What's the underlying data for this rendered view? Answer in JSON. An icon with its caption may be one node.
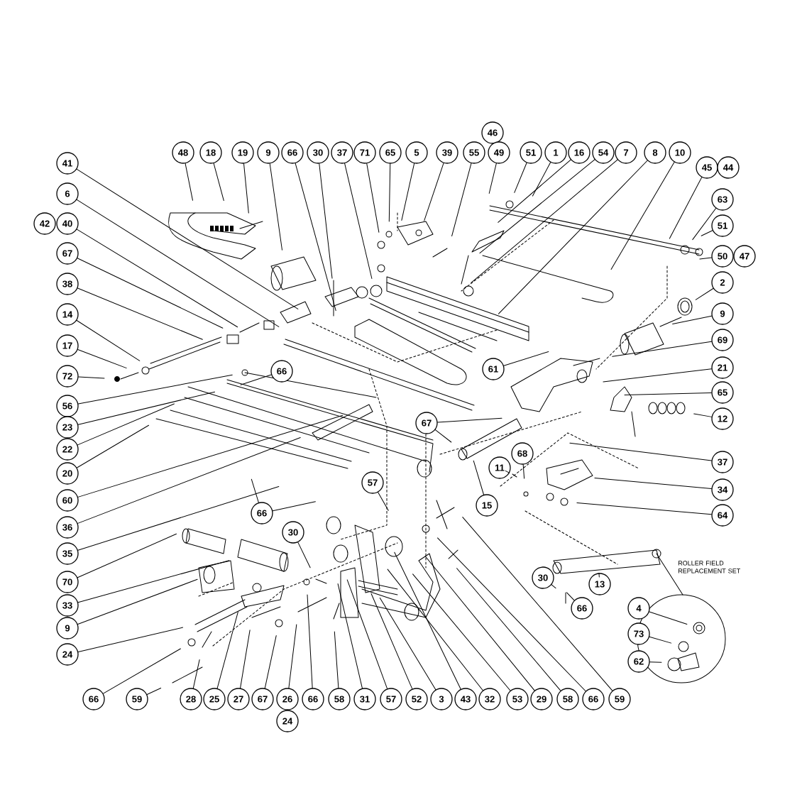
{
  "diagram": {
    "nodes": [
      {
        "text": [
          "46"
        ]
      },
      {
        "text": [
          "48"
        ]
      },
      {
        "text": [
          "18"
        ]
      },
      {
        "text": [
          "19"
        ]
      },
      {
        "text": [
          "9"
        ]
      },
      {
        "text": [
          "66"
        ]
      },
      {
        "text": [
          "30"
        ]
      },
      {
        "text": [
          "37"
        ]
      },
      {
        "text": [
          "71"
        ]
      },
      {
        "text": [
          "65"
        ]
      },
      {
        "text": [
          "5"
        ]
      },
      {
        "text": [
          "39"
        ]
      },
      {
        "text": [
          "55"
        ]
      },
      {
        "text": [
          "49"
        ]
      },
      {
        "text": [
          "51"
        ]
      },
      {
        "text": [
          "1"
        ]
      },
      {
        "text": [
          "16"
        ]
      },
      {
        "text": [
          "54"
        ]
      },
      {
        "text": [
          "7"
        ]
      },
      {
        "text": [
          "8"
        ]
      },
      {
        "text": [
          "10"
        ]
      },
      {
        "text": [
          "45"
        ]
      },
      {
        "text": [
          "44"
        ]
      },
      {
        "text": [
          "41"
        ]
      },
      {
        "text": [
          "6"
        ]
      },
      {
        "text": [
          "42"
        ]
      },
      {
        "text": [
          "40"
        ]
      },
      {
        "text": [
          "63"
        ]
      },
      {
        "text": [
          "51"
        ]
      },
      {
        "text": [
          "50"
        ]
      },
      {
        "text": [
          "47"
        ]
      },
      {
        "text": [
          "67"
        ]
      },
      {
        "text": [
          "2"
        ]
      },
      {
        "text": [
          "38"
        ]
      },
      {
        "text": [
          "14"
        ]
      },
      {
        "text": [
          "9"
        ]
      },
      {
        "text": [
          "17"
        ]
      },
      {
        "text": [
          "69"
        ]
      },
      {
        "text": [
          "61"
        ]
      },
      {
        "text": [
          "66"
        ]
      },
      {
        "text": [
          "21"
        ]
      },
      {
        "text": [
          "72"
        ]
      },
      {
        "text": [
          "65"
        ]
      },
      {
        "text": [
          "56"
        ]
      },
      {
        "text": [
          "12"
        ]
      },
      {
        "text": [
          "67"
        ]
      },
      {
        "text": [
          "23"
        ]
      },
      {
        "text": [
          "22"
        ]
      },
      {
        "text": [
          "68"
        ]
      },
      {
        "text": [
          "37"
        ]
      },
      {
        "text": [
          "11"
        ]
      },
      {
        "text": [
          "20"
        ]
      },
      {
        "text": [
          "57"
        ]
      },
      {
        "text": [
          "34"
        ]
      },
      {
        "text": [
          "60"
        ]
      },
      {
        "text": [
          "15"
        ]
      },
      {
        "text": [
          "66"
        ]
      },
      {
        "text": [
          "64"
        ]
      },
      {
        "text": [
          "36"
        ]
      },
      {
        "text": [
          "30"
        ]
      },
      {
        "text": [
          "35"
        ]
      },
      {
        "text": [
          "30"
        ]
      },
      {
        "text": [
          "70"
        ]
      },
      {
        "text": [
          "13"
        ]
      },
      {
        "text": [
          "33"
        ]
      },
      {
        "text": [
          "4"
        ]
      },
      {
        "text": [
          "66"
        ]
      },
      {
        "text": [
          "9"
        ]
      },
      {
        "text": [
          "73"
        ]
      },
      {
        "text": [
          "24"
        ]
      },
      {
        "text": [
          "62"
        ]
      },
      {
        "text": [
          "66"
        ]
      },
      {
        "text": [
          "59"
        ]
      },
      {
        "text": [
          "28"
        ]
      },
      {
        "text": [
          "25"
        ]
      },
      {
        "text": [
          "27"
        ]
      },
      {
        "text": [
          "67"
        ]
      },
      {
        "text": [
          "26"
        ]
      },
      {
        "text": [
          "66"
        ]
      },
      {
        "text": [
          "58"
        ]
      },
      {
        "text": [
          "31"
        ]
      },
      {
        "text": [
          "57"
        ]
      },
      {
        "text": [
          "52"
        ]
      },
      {
        "text": [
          "3"
        ]
      },
      {
        "text": [
          "43"
        ]
      },
      {
        "text": [
          "32"
        ]
      },
      {
        "text": [
          "53"
        ]
      },
      {
        "text": [
          "29"
        ]
      },
      {
        "text": [
          "58"
        ]
      },
      {
        "text": [
          "66"
        ]
      },
      {
        "text": [
          "59"
        ]
      },
      {
        "text": [
          "24"
        ]
      }
    ],
    "edges": [
      {
        "from": 1,
        "to": null,
        "arrow": "none"
      },
      {
        "from": 2,
        "to": null,
        "arrow": "none"
      },
      {
        "from": 3,
        "to": null,
        "arrow": "none"
      },
      {
        "from": 4,
        "to": null,
        "arrow": "none"
      },
      {
        "from": 5,
        "to": null,
        "arrow": "none"
      },
      {
        "from": 6,
        "to": null,
        "arrow": "none"
      },
      {
        "from": 7,
        "to": null,
        "arrow": "none"
      },
      {
        "from": 8,
        "to": null,
        "arrow": "none"
      },
      {
        "from": 9,
        "to": null,
        "arrow": "none"
      },
      {
        "from": 10,
        "to": null,
        "arrow": "none"
      },
      {
        "from": 11,
        "to": null,
        "arrow": "none"
      },
      {
        "from": 12,
        "to": null,
        "arrow": "none"
      },
      {
        "from": 13,
        "to": null,
        "arrow": "none"
      },
      {
        "from": 14,
        "to": null,
        "arrow": "none"
      },
      {
        "from": 15,
        "to": null,
        "arrow": "none"
      },
      {
        "from": 16,
        "to": null,
        "arrow": "none"
      },
      {
        "from": 17,
        "to": null,
        "arrow": "none"
      },
      {
        "from": 18,
        "to": null,
        "arrow": "none"
      },
      {
        "from": 19,
        "to": null,
        "arrow": "none"
      },
      {
        "from": 20,
        "to": null,
        "arrow": "none"
      },
      {
        "from": 21,
        "to": null,
        "arrow": "none"
      },
      {
        "from": 27,
        "to": null,
        "arrow": "none"
      },
      {
        "from": 28,
        "to": null,
        "arrow": "none"
      },
      {
        "from": 29,
        "to": null,
        "arrow": "none"
      },
      {
        "from": 32,
        "to": null,
        "arrow": "none"
      },
      {
        "from": 35,
        "to": null,
        "arrow": "none"
      },
      {
        "from": 37,
        "to": null,
        "arrow": "none"
      },
      {
        "from": 40,
        "to": null,
        "arrow": "none"
      },
      {
        "from": 42,
        "to": null,
        "arrow": "none"
      },
      {
        "from": 44,
        "to": null,
        "arrow": "none"
      },
      {
        "from": 49,
        "to": null,
        "arrow": "none"
      },
      {
        "from": 53,
        "to": null,
        "arrow": "none"
      },
      {
        "from": 57,
        "to": null,
        "arrow": "none"
      },
      {
        "from": 23,
        "to": null,
        "arrow": "none"
      },
      {
        "from": 24,
        "to": null,
        "arrow": "none"
      },
      {
        "from": 26,
        "to": null,
        "arrow": "none"
      },
      {
        "from": 31,
        "to": null,
        "arrow": "none"
      },
      {
        "from": 33,
        "to": null,
        "arrow": "none"
      },
      {
        "from": 34,
        "to": null,
        "arrow": "none"
      },
      {
        "from": 36,
        "to": null,
        "arrow": "none"
      },
      {
        "from": 41,
        "to": null,
        "arrow": "none"
      },
      {
        "from": 43,
        "to": null,
        "arrow": "none"
      },
      {
        "from": 46,
        "to": null,
        "arrow": "none"
      },
      {
        "from": 47,
        "to": null,
        "arrow": "none"
      },
      {
        "from": 51,
        "to": null,
        "arrow": "none"
      },
      {
        "from": 54,
        "to": null,
        "arrow": "none"
      },
      {
        "from": 58,
        "to": null,
        "arrow": "none"
      },
      {
        "from": 60,
        "to": null,
        "arrow": "none"
      },
      {
        "from": 62,
        "to": null,
        "arrow": "none"
      },
      {
        "from": 64,
        "to": null,
        "arrow": "none"
      },
      {
        "from": 67,
        "to": null,
        "arrow": "none"
      },
      {
        "from": 69,
        "to": null,
        "arrow": "none"
      },
      {
        "from": 38,
        "to": null,
        "arrow": "none"
      },
      {
        "from": 39,
        "to": null,
        "arrow": "none"
      },
      {
        "from": 45,
        "to": null,
        "arrow": "none"
      },
      {
        "from": 45,
        "to": null,
        "arrow": "none"
      },
      {
        "from": 48,
        "to": null,
        "arrow": "none"
      },
      {
        "from": 50,
        "to": null,
        "arrow": "none"
      },
      {
        "from": 52,
        "to": null,
        "arrow": "none"
      },
      {
        "from": 55,
        "to": null,
        "arrow": "none"
      },
      {
        "from": 56,
        "to": null,
        "arrow": "none"
      },
      {
        "from": 56,
        "to": null,
        "arrow": "none"
      },
      {
        "from": 59,
        "to": null,
        "arrow": "none"
      },
      {
        "from": 61,
        "to": null,
        "arrow": "none"
      },
      {
        "from": 63,
        "to": null,
        "arrow": "none"
      },
      {
        "from": 65,
        "to": null,
        "arrow": "none"
      },
      {
        "from": 66,
        "to": null,
        "arrow": "none"
      },
      {
        "from": 68,
        "to": null,
        "arrow": "none"
      },
      {
        "from": 70,
        "to": null,
        "arrow": "none"
      },
      {
        "from": 71,
        "to": null,
        "arrow": "none"
      },
      {
        "from": 72,
        "to": null,
        "arrow": "none"
      },
      {
        "from": 73,
        "to": null,
        "arrow": "none"
      },
      {
        "from": 74,
        "to": null,
        "arrow": "none"
      },
      {
        "from": 75,
        "to": null,
        "arrow": "none"
      },
      {
        "from": 76,
        "to": null,
        "arrow": "none"
      },
      {
        "from": 77,
        "to": null,
        "arrow": "none"
      },
      {
        "from": 78,
        "to": null,
        "arrow": "none"
      },
      {
        "from": 79,
        "to": null,
        "arrow": "none"
      },
      {
        "from": 80,
        "to": null,
        "arrow": "none"
      },
      {
        "from": 81,
        "to": null,
        "arrow": "none"
      },
      {
        "from": 82,
        "to": null,
        "arrow": "none"
      },
      {
        "from": 83,
        "to": null,
        "arrow": "none"
      },
      {
        "from": 84,
        "to": null,
        "arrow": "none"
      },
      {
        "from": 85,
        "to": null,
        "arrow": "none"
      },
      {
        "from": 86,
        "to": null,
        "arrow": "none"
      },
      {
        "from": 87,
        "to": null,
        "arrow": "none"
      },
      {
        "from": 88,
        "to": null,
        "arrow": "none"
      },
      {
        "from": 89,
        "to": null,
        "arrow": "none"
      },
      {
        "from": 90,
        "to": null,
        "arrow": "none"
      }
    ],
    "labels": [
      "ROLLER FIELD REPLACEMENT SET"
    ]
  }
}
